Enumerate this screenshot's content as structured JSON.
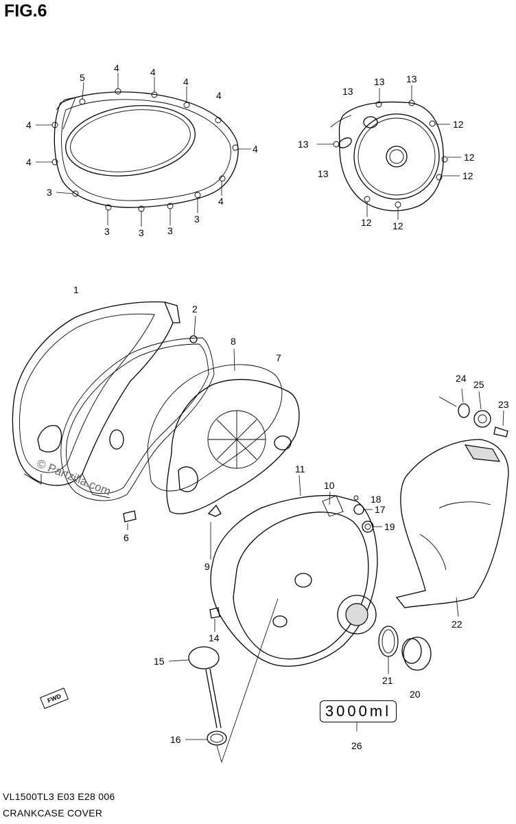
{
  "figure": {
    "title": "FIG.6",
    "model_code": "VL1500TL3  E03  E28  006",
    "section_name": "CRANKCASE COVER"
  },
  "callouts": [
    "1",
    "2",
    "3",
    "4",
    "5",
    "6",
    "7",
    "8",
    "9",
    "10",
    "11",
    "12",
    "13",
    "14",
    "15",
    "16",
    "17",
    "18",
    "19",
    "20",
    "21",
    "22",
    "23",
    "24",
    "25",
    "26"
  ],
  "volume_label": "3000ml",
  "fwd_label": "FWD",
  "watermark": "© Partzilla.com"
}
